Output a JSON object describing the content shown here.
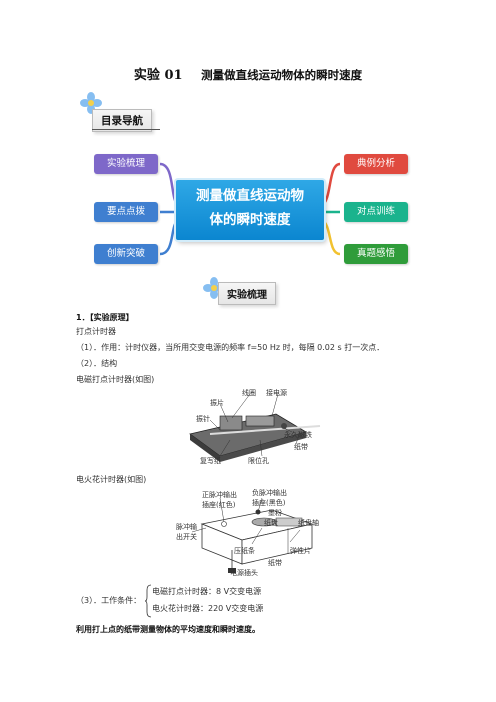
{
  "title": {
    "number": "实验 01",
    "text": "测量做直线运动物体的瞬时速度"
  },
  "nav_label": "目录导航",
  "mindmap": {
    "center_line1": "测量做直线运动物",
    "center_line2": "体的瞬时速度",
    "left": [
      "实验梳理",
      "要点点拨",
      "创新突破"
    ],
    "right": [
      "典例分析",
      "对点训练",
      "真题感悟"
    ],
    "colors": {
      "left1": "#7e68c9",
      "left2": "#3f7fd0",
      "left3": "#3f7fd0",
      "right1": "#e04a3f",
      "right2": "#1bb38d",
      "right3": "#2f9c3a",
      "center": "#1a98de"
    }
  },
  "section_label": "实验梳理",
  "content": {
    "heading": "1．【实验原理】",
    "line1": "打点计时器",
    "line2": "（1）．作用：计时仪器，当所用交变电源的频率 f=50 Hz 时，每隔 0.02 s 打一次点．",
    "line3": "（2）．结构",
    "line4": "电磁打点计时器(如图)",
    "line5": "电火花计时器(如图)",
    "cond_label": "（3）．工作条件：",
    "cond1": "电磁打点计时器：8 V交变电源",
    "cond2": "电火花计时器：220 V交变电源",
    "conclusion": "利用打上点的纸带测量物体的平均速度和瞬时速度。"
  },
  "figure1_labels": {
    "coil": "线圈",
    "power": "接电源",
    "vibrator": "振片",
    "needle": "振针",
    "magnet": "永久磁铁",
    "tape": "纸带",
    "carbon": "复写纸",
    "limiter": "限位孔"
  },
  "figure2_labels": {
    "pos_out": "正脉冲输出",
    "pos_socket": "插座(红色)",
    "neg_out": "负脉冲输出",
    "neg_socket": "插座(黑色)",
    "ink": "墨粉",
    "disc": "纸盘",
    "disc_axis": "纸盘轴",
    "pulse": "脉冲输",
    "switch": "出开关",
    "press": "压纸条",
    "spring": "弹性片",
    "tape": "纸带",
    "plug": "电源插头"
  }
}
